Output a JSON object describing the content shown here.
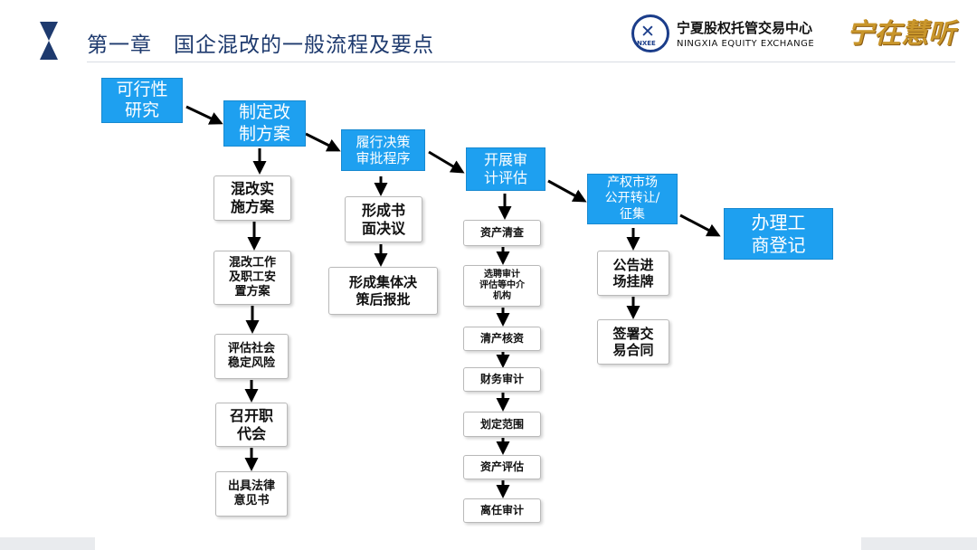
{
  "header": {
    "chapter": "第一章",
    "title": "国企混改的一般流程及要点",
    "org_cn": "宁夏股权托管交易中心",
    "org_en": "NINGXIA EQUITY EXCHANGE",
    "logo_code": "NXEE",
    "brand": "宁在慧听"
  },
  "colors": {
    "step": "#1ea0f0",
    "title": "#1e3a6e",
    "brand": "#c9962b"
  },
  "diagram": {
    "steps": [
      {
        "id": "s1",
        "label": "可行性\n研究"
      },
      {
        "id": "s2",
        "label": "制定改\n制方案"
      },
      {
        "id": "s3",
        "label": "履行决策\n审批程序"
      },
      {
        "id": "s4",
        "label": "开展审\n计评估"
      },
      {
        "id": "s5",
        "label": "产权市场\n公开转让/\n征集"
      },
      {
        "id": "s6",
        "label": "办理工\n商登记"
      }
    ],
    "col2": [
      {
        "id": "c2a",
        "label": "混改实\n施方案"
      },
      {
        "id": "c2b",
        "label": "混改工作\n及职工安\n置方案"
      },
      {
        "id": "c2c",
        "label": "评估社会\n稳定风险"
      },
      {
        "id": "c2d",
        "label": "召开职\n代会"
      },
      {
        "id": "c2e",
        "label": "出具法律\n意见书"
      }
    ],
    "col3": [
      {
        "id": "c3a",
        "label": "形成书\n面决议"
      },
      {
        "id": "c3b",
        "label": "形成集体决\n策后报批"
      }
    ],
    "col4": [
      {
        "id": "c4a",
        "label": "资产清查"
      },
      {
        "id": "c4b",
        "label": "选聘审计\n评估等中介\n机构"
      },
      {
        "id": "c4c",
        "label": "清产核资"
      },
      {
        "id": "c4d",
        "label": "财务审计"
      },
      {
        "id": "c4e",
        "label": "划定范围"
      },
      {
        "id": "c4f",
        "label": "资产评估"
      },
      {
        "id": "c4g",
        "label": "离任审计"
      }
    ],
    "col5": [
      {
        "id": "c5a",
        "label": "公告进\n场挂牌"
      },
      {
        "id": "c5b",
        "label": "签署交\n易合同"
      }
    ]
  }
}
